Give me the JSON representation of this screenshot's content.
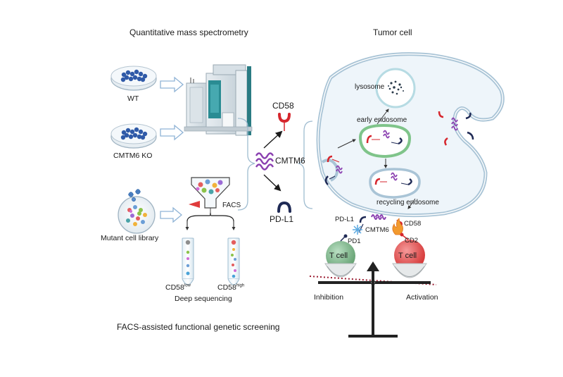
{
  "titles": {
    "mass_spec": "Quantitative mass spectrometry",
    "tumor_cell": "Tumor cell",
    "facs_screen": "FACS-assisted functional genetic screening"
  },
  "left_panel": {
    "wt_label": "WT",
    "ko_label": "CMTM6 KO",
    "library_label": "Mutant cell library",
    "facs_label": "FACS",
    "low_base": "CD58",
    "low_sup": "low",
    "high_base": "CD58",
    "high_sup": "high",
    "deep_seq_label": "Deep sequencing"
  },
  "center": {
    "cd58_label": "CD58",
    "cmtm6_label": "CMTM6",
    "pdl1_label": "PD-L1"
  },
  "tumor_cell": {
    "lysosome_label": "lysosome",
    "early_endosome_label": "early endosome",
    "recycling_endosome_label": "recycling endosome",
    "pdl1_label": "PD-L1",
    "cmtm6_label": "CMTM6",
    "cd58_label": "CD58",
    "pd1_label": "PD1",
    "cd2_label": "CD2",
    "tcell_left_label": "T cell",
    "tcell_right_label": "T cell",
    "inhibition_label": "Inhibition",
    "activation_label": "Activation"
  },
  "colors": {
    "cell_outline": "#a9c4d6",
    "cell_fill": "#eef5fa",
    "early_endosome": "#7fc48a",
    "cmtm6_purple": "#8a3fb0",
    "cd58_red": "#d6262d",
    "pdl1_navy": "#1f2a55",
    "tcell_green": "#6fae7c",
    "tcell_red": "#e04040",
    "arrow_blue": "#8fb3d6",
    "dotted_line": "#9b1b30"
  }
}
